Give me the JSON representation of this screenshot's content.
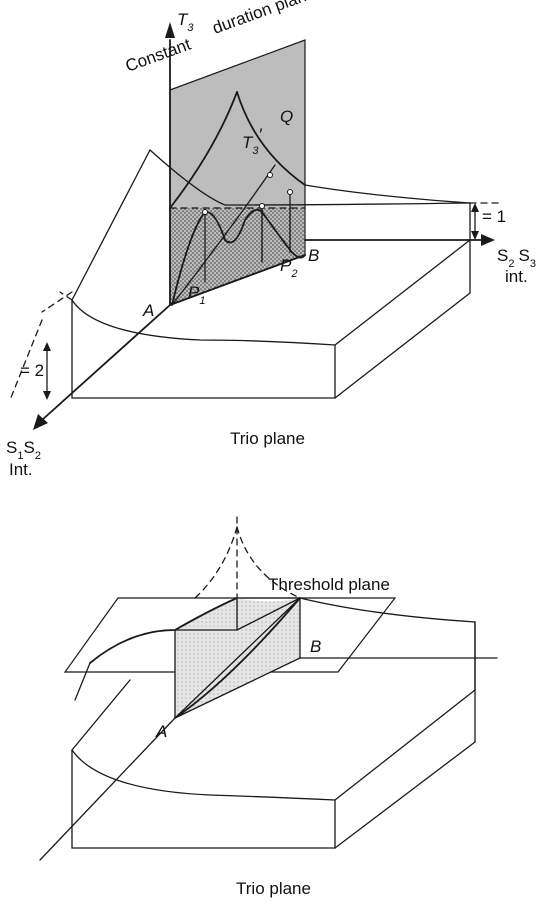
{
  "figure_top": {
    "axis_vertical": "T",
    "axis_vertical_sub": "3",
    "plane_label_1": "Constant",
    "plane_label_2": "duration plane",
    "point_Q": "Q",
    "point_T3prime": "T",
    "point_T3prime_sub": "3",
    "point_T3prime_mark": "′",
    "point_A": "A",
    "point_B": "B",
    "point_P1": "P",
    "point_P1_sub": "1",
    "point_P2": "P",
    "point_P2_sub": "2",
    "dim_right": "= 1",
    "dim_left": "= 2",
    "axis_right_1": "S",
    "axis_right_1_sub": "2",
    "axis_right_2": "S",
    "axis_right_2_sub": "3",
    "axis_right_int": "int.",
    "axis_left_1": "S",
    "axis_left_1_sub": "1",
    "axis_left_2": "S",
    "axis_left_2_sub": "2",
    "axis_left_int": "Int.",
    "caption": "Trio plane"
  },
  "figure_bottom": {
    "threshold_label": "Threshold plane",
    "point_A": "A",
    "point_B": "B",
    "caption": "Trio plane"
  }
}
